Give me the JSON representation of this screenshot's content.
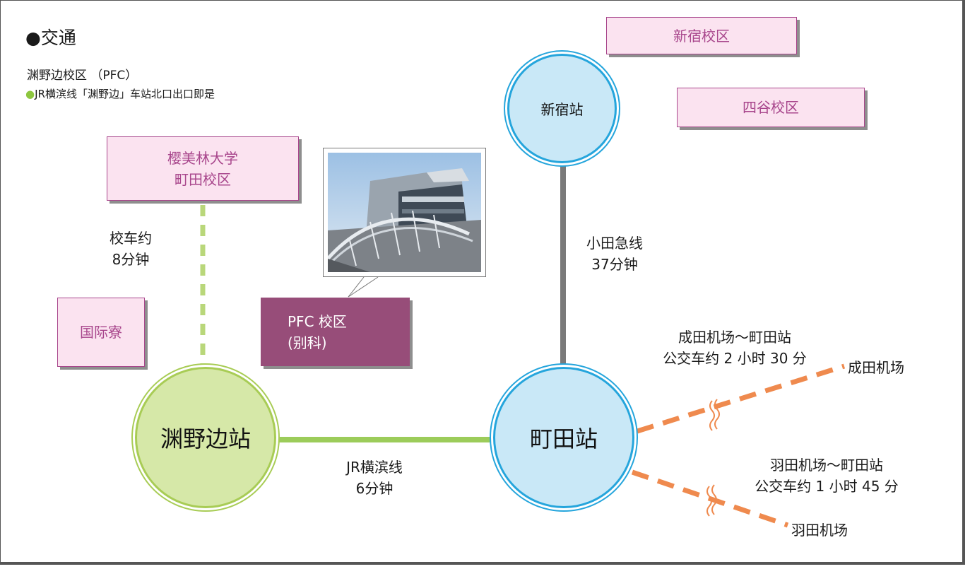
{
  "section_title": "●交通",
  "campus_subtitle": "渊野边校区 （PFC）",
  "access_note": {
    "bullet": "●",
    "text": "JR横滨线「渊野边」车站北口出口即是"
  },
  "boxes": {
    "shinjuku_campus": "新宿校区",
    "yotsuya_campus": "四谷校区",
    "obirin_line1": "樱美林大学",
    "obirin_line2": "町田校区",
    "dorm": "国际寮",
    "pfc_line1": "PFC 校区",
    "pfc_line2": "(别科)"
  },
  "stations": {
    "shinjuku": "新宿站",
    "fuchinobe": "渊野边站",
    "machida": "町田站"
  },
  "routes": {
    "bus_line1": "校车约",
    "bus_line2": "8分钟",
    "odakyu_line1": "小田急线",
    "odakyu_line2": "37分钟",
    "jr_line1": "JR横滨线",
    "jr_line2": "6分钟",
    "narita_line1": "成田机场〜町田站",
    "narita_line2": "公交车约 2 小时 30 分",
    "haneda_line1": "羽田机场〜町田站",
    "haneda_line2": "公交车约 1 小时 45 分"
  },
  "airports": {
    "narita": "成田机场",
    "haneda": "羽田机场"
  },
  "colors": {
    "pink_border": "#a8468c",
    "pink_fill": "#fbe3f0",
    "plum_box": "#974d79",
    "station_blue": "#25a5dc",
    "station_green": "#a8cc55",
    "jr_line": "#9ccc5a",
    "odakyu_line": "#7a7a7a",
    "airport_bus": "#ef8a4e"
  },
  "icons": {
    "break_mark": "wavy-break-icon",
    "photo": "campus-building-photo"
  }
}
